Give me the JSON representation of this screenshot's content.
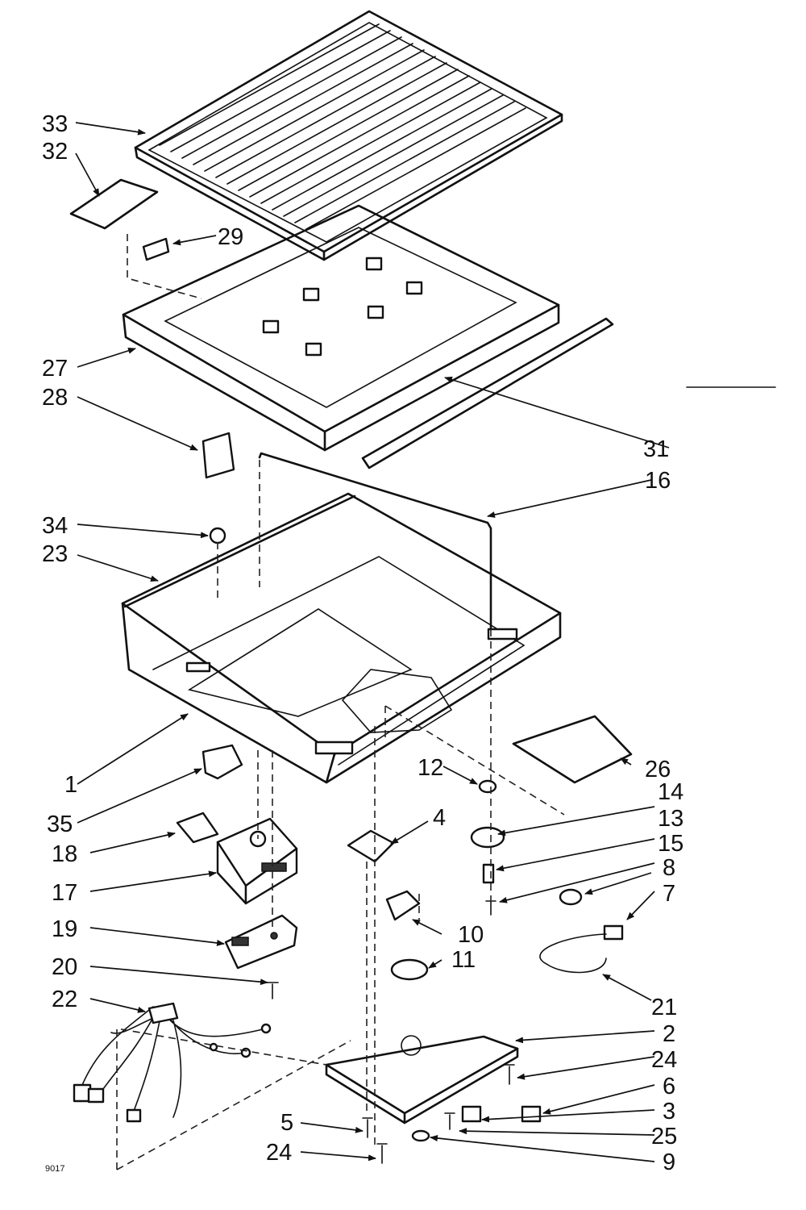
{
  "callouts": {
    "c1": "1",
    "c2": "2",
    "c3": "3",
    "c4": "4",
    "c5": "5",
    "c6": "6",
    "c7": "7",
    "c8": "8",
    "c9": "9",
    "c10": "10",
    "c11": "11",
    "c12": "12",
    "c13": "13",
    "c14": "14",
    "c15": "15",
    "c16": "16",
    "c17": "17",
    "c18": "18",
    "c19": "19",
    "c20": "20",
    "c21": "21",
    "c22": "22",
    "c23": "23",
    "c24a": "24",
    "c24b": "24",
    "c25": "25",
    "c26": "26",
    "c27": "27",
    "c28": "28",
    "c29": "29",
    "c31": "31",
    "c32": "32",
    "c33": "33",
    "c34": "34",
    "c35": "35"
  },
  "drawing_code": "9017"
}
